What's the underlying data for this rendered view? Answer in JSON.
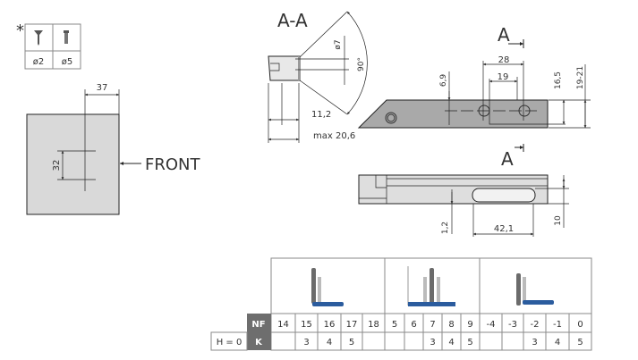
{
  "screw_table": {
    "asterisk": "*",
    "icons": [
      "countersunk-screw-icon",
      "euro-screw-icon"
    ],
    "diameters": [
      "ø2",
      "ø5"
    ]
  },
  "front_view": {
    "dim_37": "37",
    "dim_32": "32",
    "front_label": "FRONT"
  },
  "section_view": {
    "title": "A-A",
    "dim_d7": "ø7",
    "dim_angle": "90°",
    "dim_11_2": "11,2",
    "dim_max": "max 20,6"
  },
  "top_view": {
    "section_marker_top": "A",
    "section_marker_bottom": "A",
    "dim_28": "28",
    "dim_19": "19",
    "dim_6_9": "6,9",
    "dim_16_5": "16,5",
    "dim_19_21": "19-21",
    "dim_1_2": "1,2",
    "dim_42_1": "42,1",
    "dim_10": "10"
  },
  "overlay_table": {
    "row_nf_label": "NF",
    "row_k_label": "K",
    "h_label": "H = 0",
    "groups": [
      "full-overlay-icon",
      "half-overlay-icon",
      "inset-icon"
    ],
    "nf": [
      "14",
      "15",
      "16",
      "17",
      "18",
      "5",
      "6",
      "7",
      "8",
      "9",
      "-4",
      "-3",
      "-2",
      "-1",
      "0"
    ],
    "k": [
      "",
      "3",
      "4",
      "5",
      "",
      "",
      "",
      "3",
      "4",
      "5",
      "",
      "",
      "3",
      "4",
      "5"
    ],
    "colors": {
      "hinge_blue": "#2b5c9e",
      "door_gray": "#6b6b6b",
      "label_bg": "#6e6e6e"
    }
  }
}
